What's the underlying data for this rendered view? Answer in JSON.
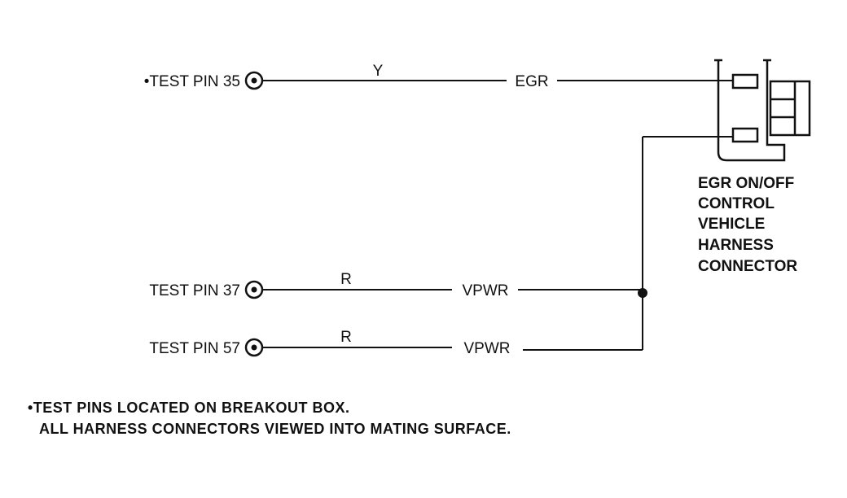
{
  "test_pins": [
    {
      "label": "•TEST PIN 35",
      "wire_color": "Y",
      "circuit": "EGR"
    },
    {
      "label": "TEST PIN 37",
      "wire_color": "R",
      "circuit": "VPWR"
    },
    {
      "label": "TEST PIN 57",
      "wire_color": "R",
      "circuit": "VPWR"
    }
  ],
  "connector": {
    "label_lines": [
      "EGR ON/OFF",
      "CONTROL",
      "VEHICLE",
      "HARNESS",
      "CONNECTOR"
    ]
  },
  "notes": [
    "•TEST PINS LOCATED ON BREAKOUT BOX.",
    "ALL HARNESS CONNECTORS VIEWED INTO MATING SURFACE."
  ]
}
